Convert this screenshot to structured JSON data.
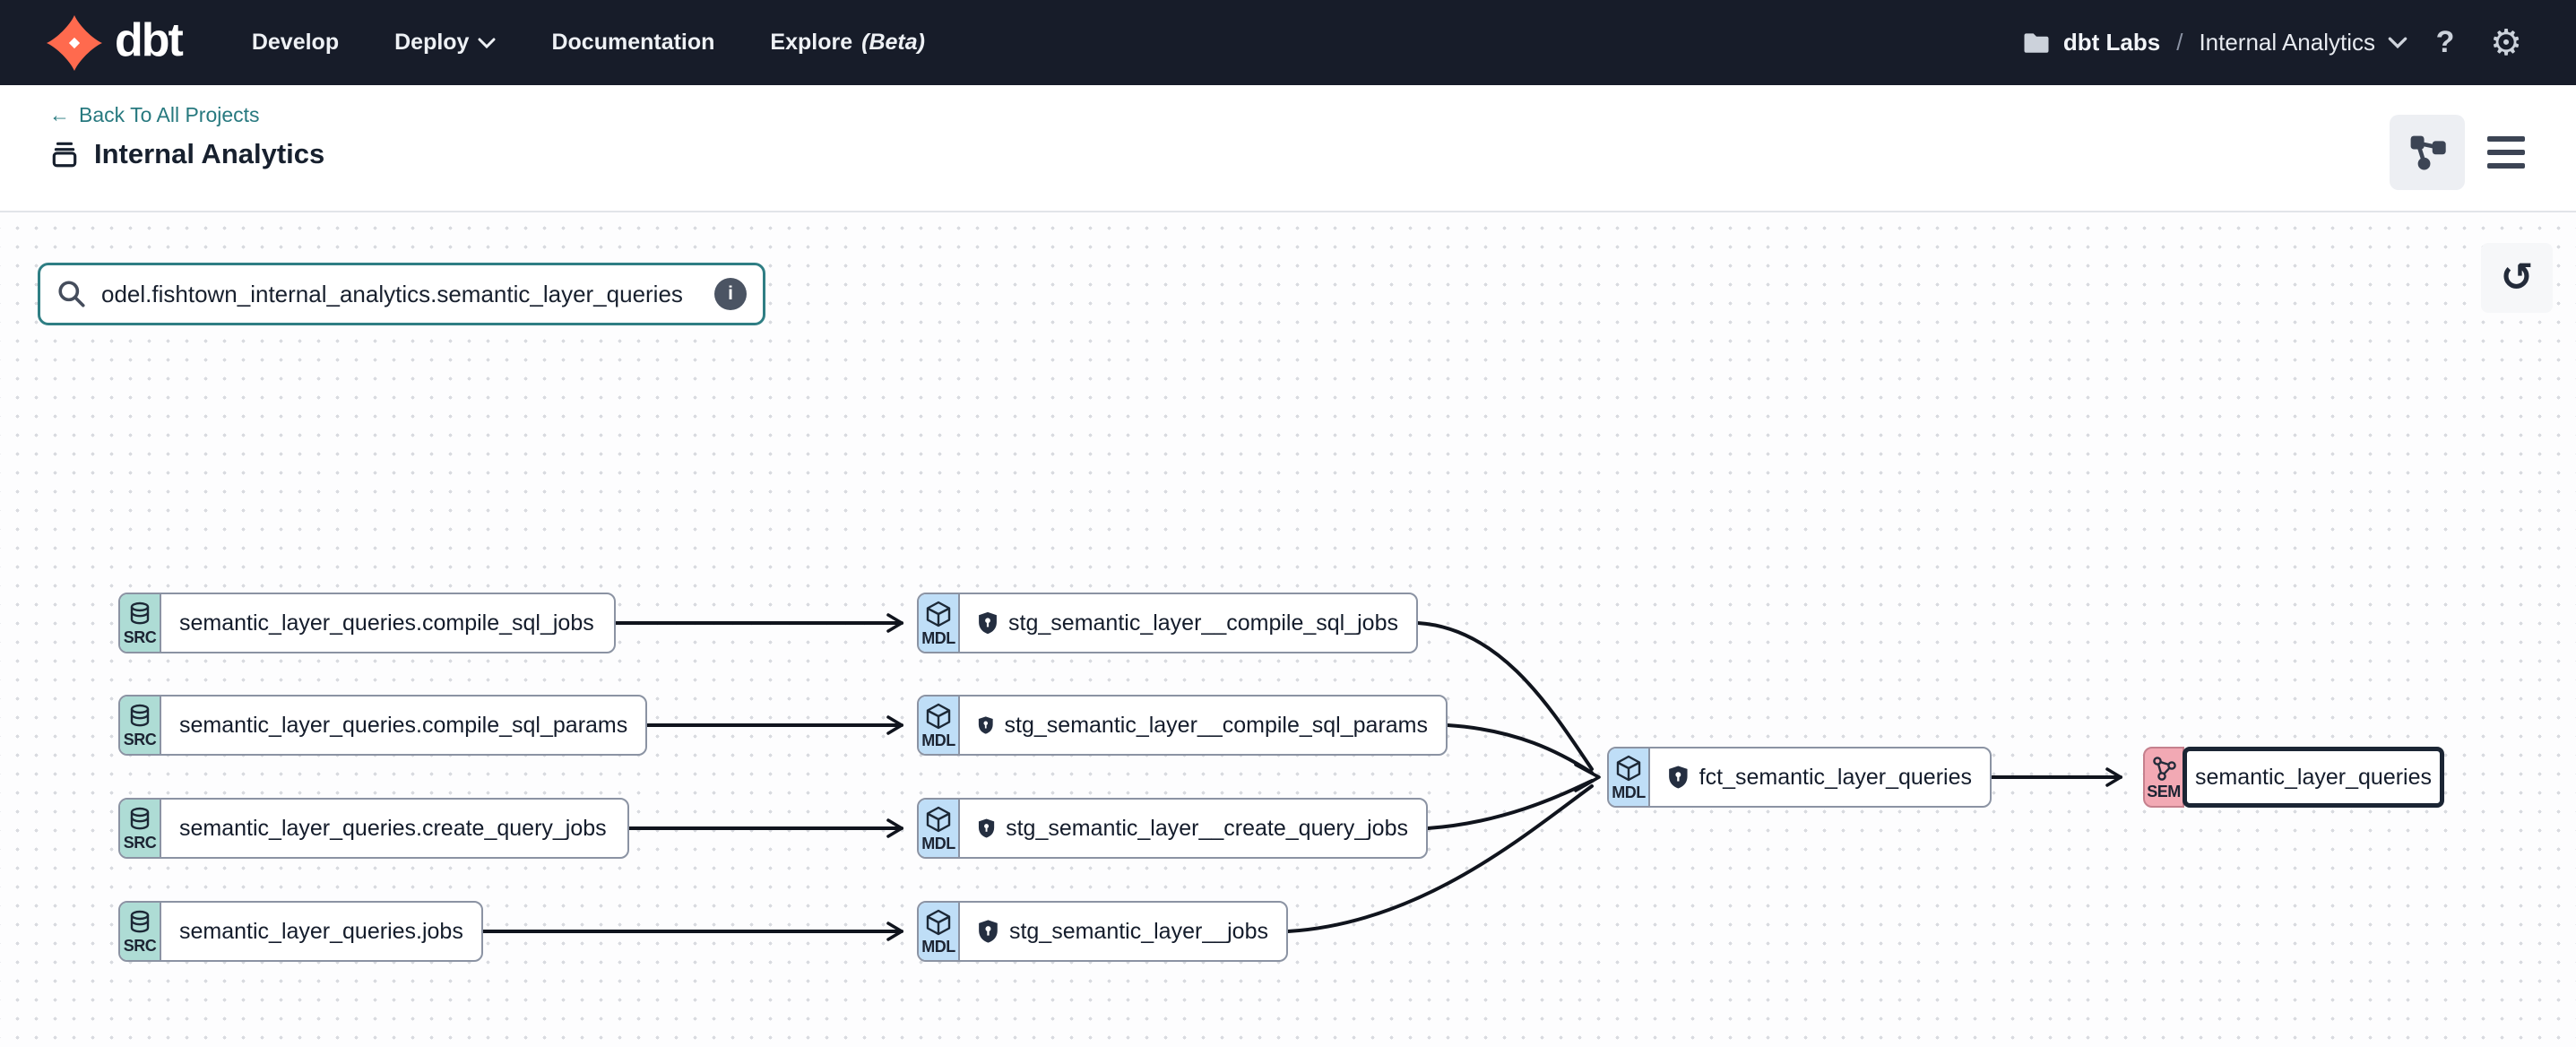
{
  "navbar": {
    "logo_text": "dbt",
    "items": [
      {
        "label": "Develop"
      },
      {
        "label": "Deploy",
        "has_chevron": true
      },
      {
        "label": "Documentation"
      },
      {
        "label": "Explore",
        "suffix": "(Beta)"
      }
    ],
    "account": {
      "org": "dbt Labs",
      "separator": "/",
      "project": "Internal Analytics"
    },
    "help_label": "?",
    "gear_glyph": "⚙"
  },
  "header": {
    "back_arrow": "←",
    "back_label": "Back To All Projects",
    "title": "Internal Analytics"
  },
  "canvas": {
    "search": {
      "value": "odel.fishtown_internal_analytics.semantic_layer_queries",
      "info_glyph": "i"
    },
    "reset_glyph": "↺"
  },
  "graph": {
    "sources": [
      {
        "badge": "SRC",
        "label": "semantic_layer_queries.compile_sql_jobs"
      },
      {
        "badge": "SRC",
        "label": "semantic_layer_queries.compile_sql_params"
      },
      {
        "badge": "SRC",
        "label": "semantic_layer_queries.create_query_jobs"
      },
      {
        "badge": "SRC",
        "label": "semantic_layer_queries.jobs"
      }
    ],
    "models": [
      {
        "badge": "MDL",
        "label": "stg_semantic_layer__compile_sql_jobs"
      },
      {
        "badge": "MDL",
        "label": "stg_semantic_layer__compile_sql_params"
      },
      {
        "badge": "MDL",
        "label": "stg_semantic_layer__create_query_jobs"
      },
      {
        "badge": "MDL",
        "label": "stg_semantic_layer__jobs"
      }
    ],
    "fct": {
      "badge": "MDL",
      "label": "fct_semantic_layer_queries"
    },
    "sem": {
      "badge": "SEM",
      "label": "semantic_layer_queries"
    }
  },
  "colors": {
    "navbar_bg": "#171c29",
    "brand_orange": "#ff6a4e",
    "teal_link": "#27797f",
    "search_border": "#2f7e84",
    "src_badge": "#aedcd5",
    "mdl_badge": "#bfdef7",
    "sem_badge": "#f2a9b4",
    "node_border": "#8b93a3",
    "selected_border": "#1b2534",
    "edge": "#10141d"
  }
}
